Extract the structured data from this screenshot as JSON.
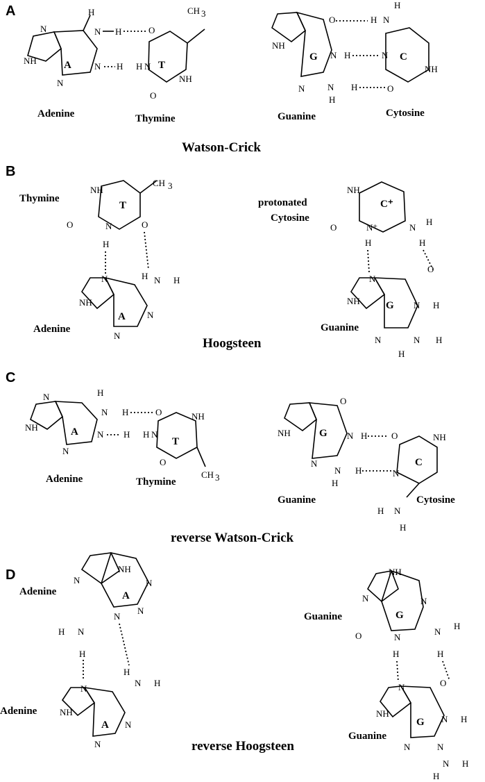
{
  "panels": [
    {
      "letter": "A",
      "caption": "Watson-Crick",
      "pairs": [
        {
          "left": "Adenine",
          "right": "Thymine",
          "left_ring": "A",
          "right_ring": "T"
        },
        {
          "left": "Guanine",
          "right": "Cytosine",
          "left_ring": "G",
          "right_ring": "C"
        }
      ]
    },
    {
      "letter": "B",
      "caption": "Hoogsteen",
      "pairs": [
        {
          "top": "Thymine",
          "bottom": "Adenine",
          "top_ring": "T",
          "bottom_ring": "A"
        },
        {
          "top_line1": "protonated",
          "top_line2": "Cytosine",
          "bottom": "Guanine",
          "top_ring": "C⁺",
          "bottom_ring": "G"
        }
      ]
    },
    {
      "letter": "C",
      "caption": "reverse Watson-Crick",
      "pairs": [
        {
          "left": "Adenine",
          "right": "Thymine",
          "left_ring": "A",
          "right_ring": "T"
        },
        {
          "left": "Guanine",
          "right": "Cytosine",
          "left_ring": "G",
          "right_ring": "C"
        }
      ]
    },
    {
      "letter": "D",
      "caption": "reverse Hoogsteen",
      "pairs": [
        {
          "top": "Adenine",
          "bottom": "Adenine",
          "top_ring": "A",
          "bottom_ring": "A"
        },
        {
          "top": "Guanine",
          "bottom": "Guanine",
          "top_ring": "G",
          "bottom_ring": "G"
        }
      ]
    }
  ],
  "atoms": {
    "N": "N",
    "NH": "NH",
    "H": "H",
    "O": "O",
    "CH3": "CH",
    "sub3": "3",
    "NH_plus": "N⁺"
  }
}
